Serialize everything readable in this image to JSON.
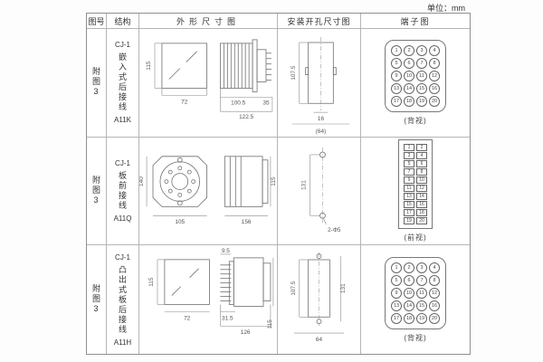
{
  "unit_label": "单位：mm",
  "headers": {
    "fig": "图号",
    "structure": "结构",
    "outline": "外形尺寸图",
    "install": "安装开孔尺寸图",
    "terminal": "端子图"
  },
  "rows": [
    {
      "fig": "附图3",
      "model": "CJ-1",
      "desc": "嵌入式后接线",
      "code": "A11K",
      "outline": {
        "front_h": "115",
        "front_w": "72",
        "body_d": "100.5",
        "total_d": "122.5",
        "rear_d": "35"
      },
      "install": {
        "cut_h": "107.5",
        "dim_a": "16",
        "dim_b": "(64)"
      },
      "terminal": {
        "label": "(背视)",
        "numbers": [
          "1",
          "2",
          "3",
          "4",
          "5",
          "6",
          "7",
          "8",
          "9",
          "10",
          "11",
          "12",
          "13",
          "14",
          "15",
          "16",
          "17",
          "18",
          "19",
          "20"
        ]
      }
    },
    {
      "fig": "附图3",
      "model": "CJ-1",
      "desc": "板前接线",
      "code": "A11Q",
      "outline": {
        "front_h": "140",
        "front_w": "105",
        "body_d": "156",
        "side_h": "115"
      },
      "install": {
        "hole_pitch": "131",
        "holes": "2-Φ5"
      },
      "terminal": {
        "label": "(前视)",
        "numbers": [
          "1",
          "2",
          "3",
          "4",
          "5",
          "6",
          "7",
          "8",
          "9",
          "10",
          "11",
          "12",
          "13",
          "14",
          "15",
          "16",
          "17",
          "18",
          "19",
          "20"
        ]
      }
    },
    {
      "fig": "附图3",
      "model": "CJ-1",
      "desc": "凸出式板后接线",
      "code": "A11H",
      "outline": {
        "front_h": "115",
        "front_w": "72",
        "pin_d": "9.5",
        "collar_d": "31.5",
        "body_d": "126",
        "side_h": "115"
      },
      "install": {
        "cut_h": "107.5",
        "pitch_v": "131",
        "pitch_h": "64"
      },
      "terminal": {
        "label": "(背视)",
        "numbers": [
          "1",
          "2",
          "3",
          "4",
          "5",
          "6",
          "7",
          "8",
          "9",
          "10",
          "11",
          "12",
          "13",
          "14",
          "15",
          "16",
          "17",
          "18",
          "19",
          "20"
        ]
      }
    }
  ]
}
